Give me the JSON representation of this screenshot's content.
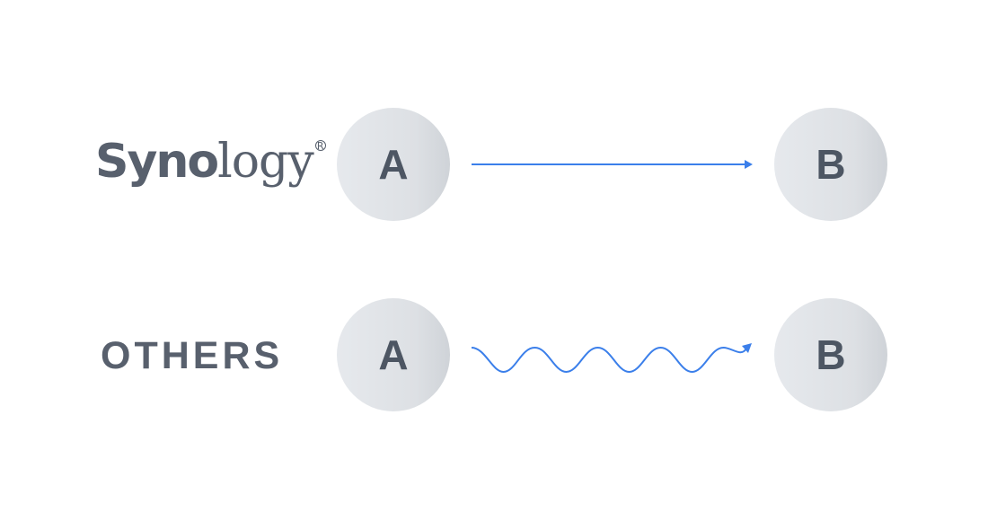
{
  "colors": {
    "text": "#58606d",
    "node_text": "#4d5663",
    "node_fill": "#dde0e4",
    "arrow": "#3b7fea",
    "background": "#ffffff"
  },
  "rows": [
    {
      "label_type": "logo",
      "logo": {
        "part1": "Syno",
        "part2": "logy",
        "registered": "R"
      },
      "from": "A",
      "to": "B",
      "connection": "straight"
    },
    {
      "label_type": "text",
      "label": "OTHERS",
      "from": "A",
      "to": "B",
      "connection": "wavy"
    }
  ]
}
